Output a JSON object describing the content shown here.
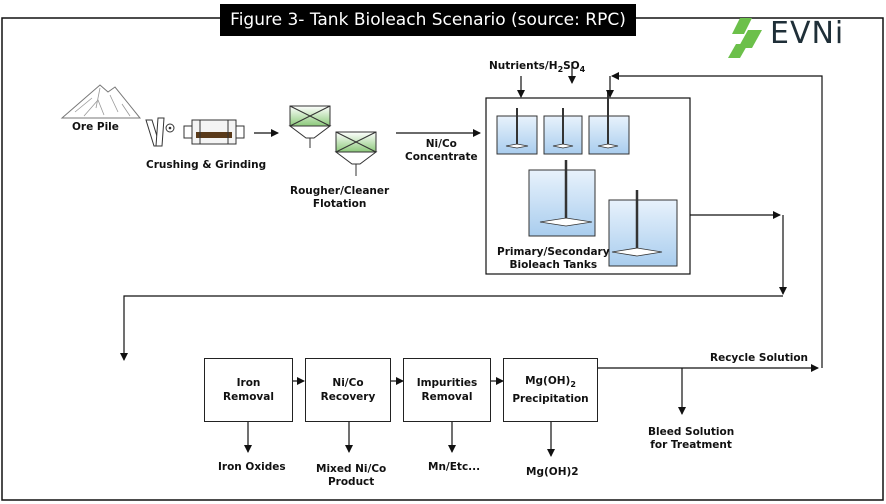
{
  "title": "Figure 3- Tank Bioleach Scenario (source: RPC)",
  "logo": {
    "text": "EVNi",
    "color": "#6cc04a"
  },
  "labels": {
    "ore_pile": "Ore Pile",
    "crushing": "Crushing & Grinding",
    "flotation_1": "Rougher/Cleaner",
    "flotation_2": "Flotation",
    "concentrate_1": "Ni/Co",
    "concentrate_2": "Concentrate",
    "nutrients": "Nutrients/H",
    "nutrients_sub": "2",
    "nutrients_tail": "SO",
    "nutrients_sub2": "4",
    "tanks_1": "Primary/Secondary",
    "tanks_2": "Bioleach Tanks",
    "recycle": "Recycle Solution",
    "bleed_1": "Bleed Solution",
    "bleed_2": "for Treatment"
  },
  "process_boxes": [
    {
      "line1": "Iron",
      "line2": "Removal",
      "output": "Iron Oxides",
      "output2": ""
    },
    {
      "line1": "Ni/Co",
      "line2": "Recovery",
      "output": "Mixed Ni/Co",
      "output2": "Product"
    },
    {
      "line1": "Impurities",
      "line2": "Removal",
      "output": "Mn/Etc...",
      "output2": ""
    },
    {
      "line1": "Mg(OH)",
      "line1_sub": "2",
      "line2": "Precipitation",
      "output": "Mg(OH)2",
      "output2": ""
    }
  ],
  "colors": {
    "tank_fill": "#bcd7f2",
    "flotation_fill": "#8cc97a",
    "title_bg": "#000000"
  }
}
